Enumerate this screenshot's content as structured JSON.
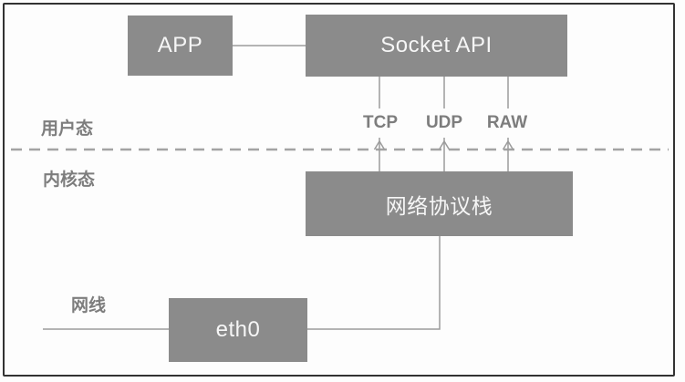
{
  "diagram": {
    "boxes": {
      "app": {
        "label": "APP"
      },
      "socket_api": {
        "label": "Socket API"
      },
      "protocol_stack": {
        "label": "网络协议栈"
      },
      "eth0": {
        "label": "eth0"
      }
    },
    "zone_labels": {
      "user_mode": "用户态",
      "kernel_mode": "内核态"
    },
    "protocol_labels": {
      "tcp": "TCP",
      "udp": "UDP",
      "raw": "RAW"
    },
    "cable_label": "网线",
    "colors": {
      "box_fill": "#8b8b8b",
      "box_text": "#f6f6f6",
      "label_text": "#7d7d7d",
      "line": "#9c9c9c",
      "dashed_line": "#a3a3a3",
      "frame_border": "#333333",
      "background": "#fdfdfd"
    }
  }
}
